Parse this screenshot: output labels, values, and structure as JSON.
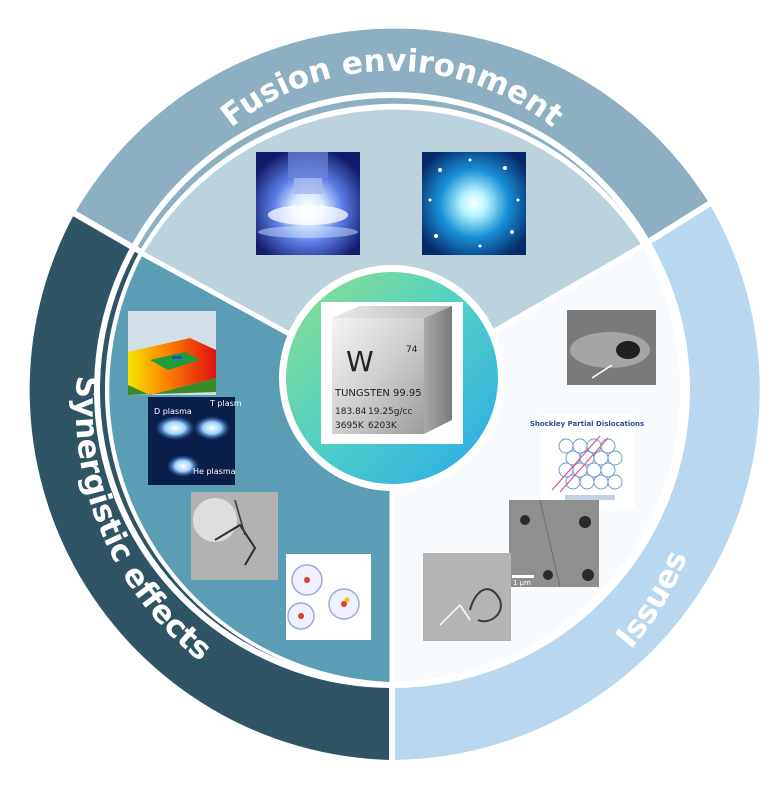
{
  "ring": {
    "top_label": "Fusion environment",
    "left_label": "Synergistic effects",
    "right_label": "Issues"
  },
  "colors": {
    "top_ring": "#8dafc2",
    "left_ring": "#2f5565",
    "right_ring": "#b9d7ee",
    "top_sector": "#bcd2dd",
    "left_sector": "#5a9db5",
    "right_sector": "#f7fbfd"
  },
  "center": {
    "wiki_logo": "W",
    "atomic_number": "74",
    "element_name": "TUNGSTEN",
    "purity": "99.95",
    "atomic_mass": "183.84",
    "density": "19.25g/cc",
    "boiling_point": "3695K",
    "melting_point": "6203K"
  },
  "images": {
    "plasma_labels": {
      "d": "D plasma",
      "t": "T plasm",
      "he": "He plasma"
    },
    "shockley_title": "Shockley Partial Dislocations",
    "scale_bar": "1 μm"
  }
}
